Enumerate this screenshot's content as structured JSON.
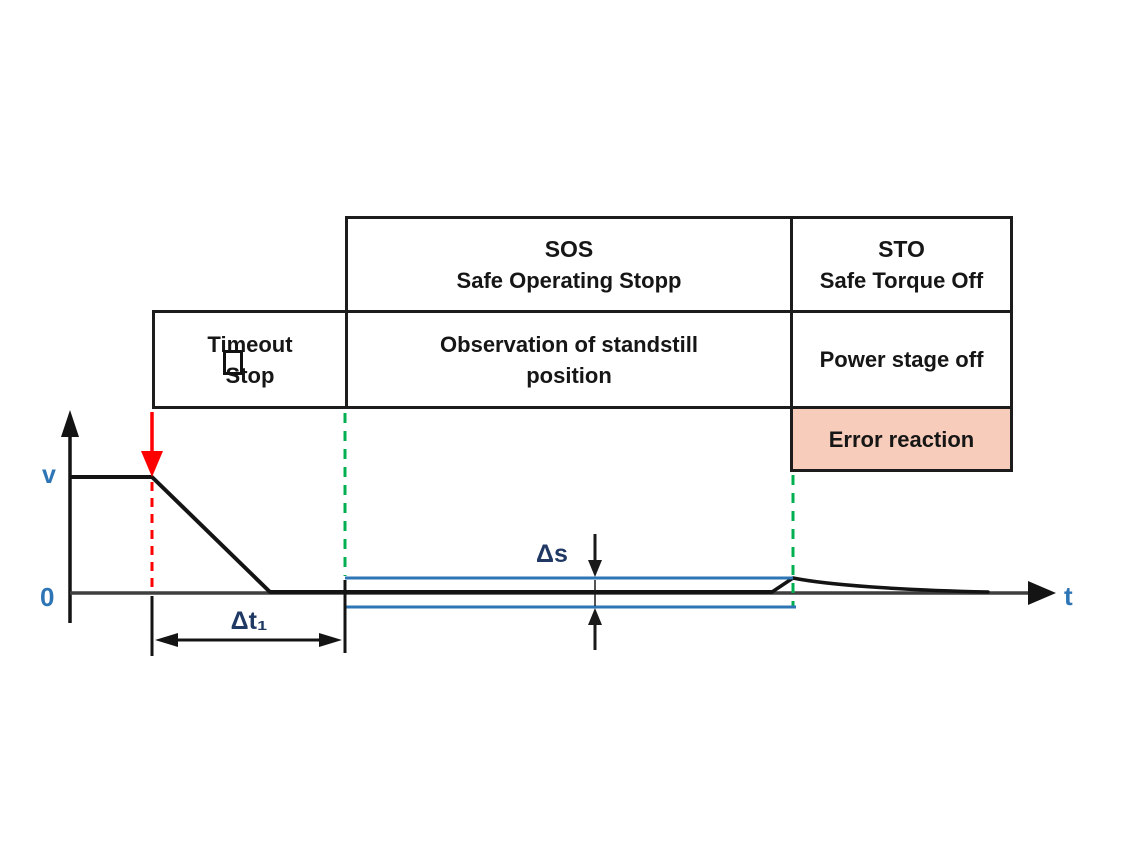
{
  "table": {
    "sos_abbr": "SOS",
    "sos_name": "Safe Operating Stopp",
    "sto_abbr": "STO",
    "sto_name": "Safe Torque Off",
    "timeout_line1": "Timeout",
    "timeout_line2": "Stop",
    "timeout_overlay_glyph": "□",
    "observation": "Observation of standstill position",
    "power_stage": "Power stage off",
    "error_reaction": "Error reaction"
  },
  "graph": {
    "v_label": "v",
    "zero_label": "0",
    "t_label": "t",
    "delta_t_label": "Δt₁",
    "delta_s_label": "Δs"
  },
  "colors": {
    "red_event": "#ff0000",
    "green_boundary": "#00b050",
    "blue_band": "#2e75b6",
    "blue_axis_label": "#2e75b6",
    "navy_measure_label": "#1f3864",
    "pink_error_fill": "#f8ccba",
    "black_line": "#141414",
    "gray_axis": "#3f3f3f",
    "table_border": "#1c1c1c"
  }
}
